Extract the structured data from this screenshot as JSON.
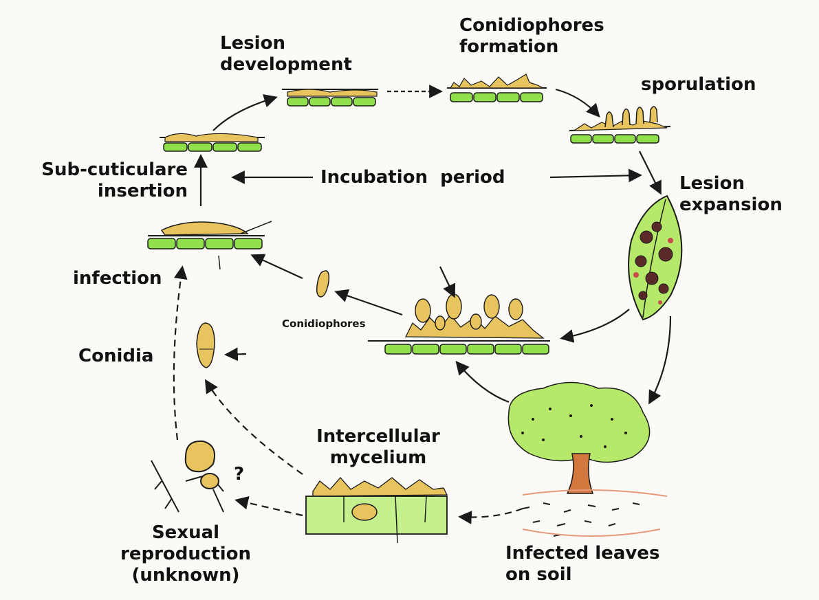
{
  "diagram": {
    "labels": {
      "lesion_development": [
        "Lesion",
        "development"
      ],
      "conidiophores_formation": [
        "Conidiophores",
        "formation"
      ],
      "sporulation": "sporulation",
      "sub_cuticulare_insertion": [
        "Sub-cuticulare",
        "insertion"
      ],
      "incubation_period": "Incubation  period",
      "lesion_expansion": [
        "Lesion",
        "expansion"
      ],
      "infection": "infection",
      "conidiophores": "Conidiophores",
      "conidia": "Conidia",
      "intercellular_mycelium": [
        "Intercellular",
        "mycelium"
      ],
      "question_mark": "?",
      "sexual_reproduction": [
        "Sexual",
        "reproduction",
        "(unknown)"
      ],
      "infected_leaves_on_soil": [
        "Infected leaves",
        "on soil"
      ]
    },
    "colors": {
      "cell_green": "#8fe04a",
      "fungus_yellow": "#e8c45e",
      "ink": "#1a1a1a",
      "leaf_green": "#b6e86a",
      "trunk": "#d2783e"
    }
  }
}
